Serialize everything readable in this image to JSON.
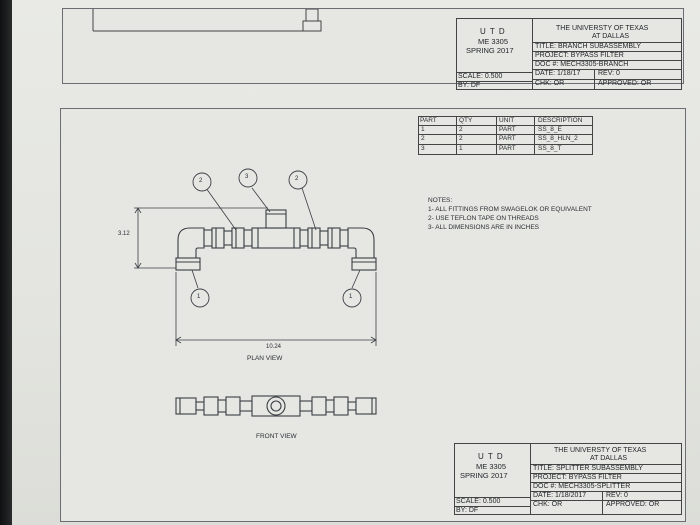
{
  "top_title_block": {
    "school": "U T D",
    "course": "ME 3305",
    "term": "SPRING 2017",
    "university_line1": "THE UNIVERSTY OF TEXAS",
    "university_line2": "AT DALLAS",
    "title": "TITLE: BRANCH SUBASSEMBLY",
    "project": "PROJECT: BYPASS FILTER",
    "doc": "DOC #: MECH3305-BRANCH",
    "scale": "SCALE: 0.500",
    "by": "BY: DF",
    "date": "DATE: 1/18/17",
    "rev": "REV: 0",
    "chk": "CHK: OR",
    "approved": "APPROVED: OR"
  },
  "bom": {
    "headers": [
      "PART",
      "QTY",
      "UNIT",
      "DESCRIPTION"
    ],
    "rows": [
      [
        "1",
        "2",
        "PART",
        "SS_8_E"
      ],
      [
        "2",
        "2",
        "PART",
        "SS_8_HLN_2"
      ],
      [
        "3",
        "1",
        "PART",
        "SS_8_T"
      ]
    ]
  },
  "notes": [
    "NOTES:",
    "1- ALL FITTINGS FROM SWAGELOK OR EQUIVALENT",
    "2- USE TEFLON TAPE ON THREADS",
    "3- ALL DIMENSIONS ARE IN INCHES"
  ],
  "dimensions": {
    "height": "3.12",
    "width": "10.24"
  },
  "balloons": [
    "2",
    "3",
    "2",
    "1",
    "1"
  ],
  "views": {
    "plan": "PLAN VIEW",
    "front": "FRONT VIEW"
  },
  "bottom_title_block": {
    "school": "U T D",
    "course": "ME 3305",
    "term": "SPRING 2017",
    "university_line1": "THE UNIVERSTY OF TEXAS",
    "university_line2": "AT DALLAS",
    "title": "TITLE: SPLITTER SUBASSEMBLY",
    "project": "PROJECT: BYPASS FILTER",
    "doc": "DOC #: MECH3305-SPLITTER",
    "scale": "SCALE: 0.500",
    "by": "BY: DF",
    "date": "DATE: 1/18/2017",
    "rev": "REV: 0",
    "chk": "CHK: OR",
    "approved": "APPROVED: OR"
  },
  "colors": {
    "line": "#3a3d44",
    "sheet": "#e6e7e2",
    "bezel": "#151618"
  }
}
